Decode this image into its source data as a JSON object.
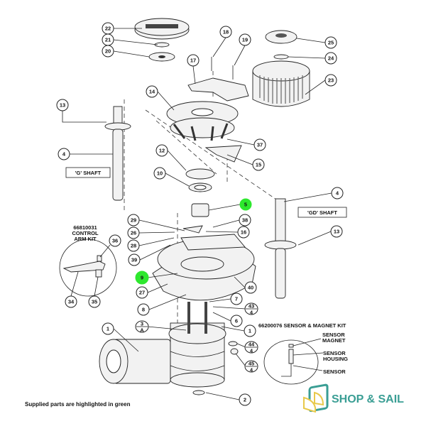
{
  "callouts": {
    "c22": "22",
    "c21": "21",
    "c20": "20",
    "c18": "18",
    "c19": "19",
    "c25": "25",
    "c24": "24",
    "c17": "17",
    "c23": "23",
    "c14": "14",
    "c13a": "13",
    "c37": "37",
    "c4a": "4",
    "c15": "15",
    "c12": "12",
    "c10": "10",
    "c5": "5",
    "c4b": "4",
    "c29": "29",
    "c38": "38",
    "c26": "26",
    "c16": "16",
    "c13b": "13",
    "c28": "28",
    "c39": "39",
    "c36": "36",
    "c9": "9",
    "c27": "27",
    "c40": "40",
    "c34": "34",
    "c35": "35",
    "c8": "8",
    "c7": "7",
    "c43": "43",
    "c43q": "4",
    "c6": "6",
    "c3": "3",
    "c3q": "A",
    "c1a": "1",
    "c1b": "1",
    "c44": "44",
    "c44q": "4",
    "c45": "45",
    "c45q": "4",
    "c2": "2"
  },
  "highlighted_parts": [
    "5",
    "9"
  ],
  "highlight_color": "#2ee82e",
  "labels": {
    "g_shaft": "'G' SHAFT",
    "gd_shaft": "'GD' SHAFT",
    "control_arm_kit": [
      "66810031",
      "CONTROL",
      "ARM KIT"
    ],
    "sensor_kit_title": "66200076 SENSOR & MAGNET KIT",
    "sensor_magnet": [
      "SENSOR",
      "MAGNET"
    ],
    "sensor_housing": [
      "SENSOR",
      "HOUSING"
    ],
    "sensor": "SENSOR",
    "footer_note": "Supplied parts are highlighted in green"
  },
  "logo": {
    "text": "SHOP & SAIL",
    "color": "#3a9e94",
    "accent": "#e8c94a"
  }
}
